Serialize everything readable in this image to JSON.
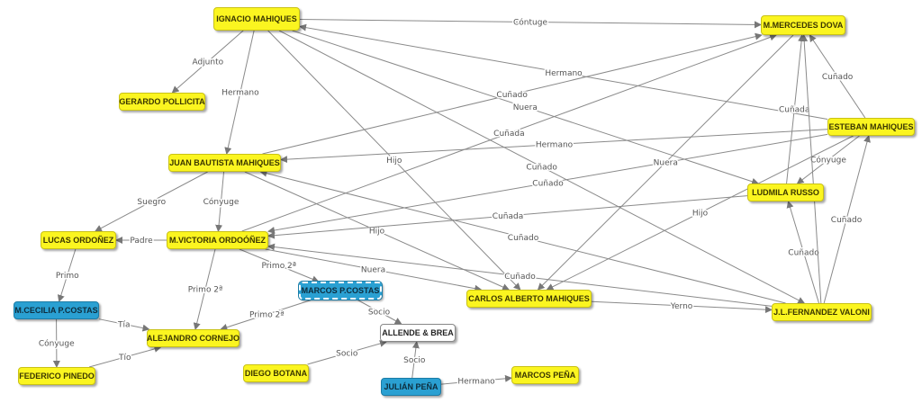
{
  "colors": {
    "yellow": "#fbf520",
    "blue": "#2aa0d2",
    "white": "#ffffff",
    "edge": "#8a8a8a",
    "label": "#555555"
  },
  "nodes": [
    {
      "id": "ignacio",
      "label": "IGNACIO MAHIQUES",
      "style": "yellow"
    },
    {
      "id": "mercedes",
      "label": "M.MERCEDES DOVA",
      "style": "yellow"
    },
    {
      "id": "gerardo",
      "label": "GERARDO POLLICITA",
      "style": "yellow"
    },
    {
      "id": "esteban",
      "label": "ESTEBAN MAHIQUES",
      "style": "yellow"
    },
    {
      "id": "juanb",
      "label": "JUAN BAUTISTA MAHIQUES",
      "style": "yellow"
    },
    {
      "id": "ludmila",
      "label": "LUDMILA RUSSO",
      "style": "yellow"
    },
    {
      "id": "lucas",
      "label": "LUCAS ORDOÑEZ",
      "style": "yellow"
    },
    {
      "id": "mvictoria",
      "label": "M.VICTORIA ORDOÓÑEZ",
      "style": "yellow"
    },
    {
      "id": "marcoscostas",
      "label": "MARCOS P.COSTAS",
      "style": "blue",
      "selected": true
    },
    {
      "id": "carlos",
      "label": "CARLOS ALBERTO MAHIQUES",
      "style": "yellow"
    },
    {
      "id": "jlfernandez",
      "label": "J.L.FERNANDEZ VALONI",
      "style": "yellow"
    },
    {
      "id": "mcecilia",
      "label": "M.CECILIA P.COSTAS",
      "style": "blue"
    },
    {
      "id": "alejandro",
      "label": "ALEJANDRO CORNEJO",
      "style": "yellow"
    },
    {
      "id": "allende",
      "label": "ALLENDE & BREA",
      "style": "white"
    },
    {
      "id": "federico",
      "label": "FEDERICO PINEDO",
      "style": "yellow"
    },
    {
      "id": "diego",
      "label": "DIEGO BOTANA",
      "style": "yellow"
    },
    {
      "id": "julian",
      "label": "JULIÁN PEÑA",
      "style": "blue"
    },
    {
      "id": "marcospena",
      "label": "MARCOS PEÑA",
      "style": "yellow"
    }
  ],
  "edges": [
    {
      "from": "ignacio",
      "to": "mercedes",
      "label": "Cóntuge"
    },
    {
      "from": "ignacio",
      "to": "gerardo",
      "label": "Adjunto"
    },
    {
      "from": "ignacio",
      "to": "juanb",
      "label": "Hermano"
    },
    {
      "from": "ignacio",
      "to": "carlos",
      "label": "Hijo"
    },
    {
      "from": "esteban",
      "to": "ignacio",
      "label": "Hermano"
    },
    {
      "from": "ignacio",
      "to": "ludmila",
      "label": "Nuera"
    },
    {
      "from": "ignacio",
      "to": "jlfernandez",
      "label": "Cuñado"
    },
    {
      "from": "esteban",
      "to": "mercedes",
      "label": "Cuñado"
    },
    {
      "from": "ludmila",
      "to": "mercedes",
      "label": "Cuñada"
    },
    {
      "from": "esteban",
      "to": "ludmila",
      "label": "Cónyuge"
    },
    {
      "from": "esteban",
      "to": "juanb",
      "label": "Hermano"
    },
    {
      "from": "esteban",
      "to": "mvictoria",
      "label": "Cuñado"
    },
    {
      "from": "esteban",
      "to": "carlos",
      "label": "Hijo"
    },
    {
      "from": "jlfernandez",
      "to": "esteban",
      "label": "Cuñado"
    },
    {
      "from": "jlfernandez",
      "to": "ludmila",
      "label": "Cuñado"
    },
    {
      "from": "jlfernandez",
      "to": "mercedes",
      "label": ""
    },
    {
      "from": "juanb",
      "to": "mercedes",
      "label": "Cuñado"
    },
    {
      "from": "juanb",
      "to": "lucas",
      "label": "Suegro"
    },
    {
      "from": "juanb",
      "to": "mvictoria",
      "label": "Cónyuge"
    },
    {
      "from": "juanb",
      "to": "carlos",
      "label": "Hijo"
    },
    {
      "from": "jlfernandez",
      "to": "juanb",
      "label": "Cuñado"
    },
    {
      "from": "mvictoria",
      "to": "mercedes",
      "label": "Cuñada"
    },
    {
      "from": "ludmila",
      "to": "mvictoria",
      "label": "Cuñada"
    },
    {
      "from": "jlfernandez",
      "to": "mvictoria",
      "label": "Cuñado"
    },
    {
      "from": "mvictoria",
      "to": "carlos",
      "label": "Nuera"
    },
    {
      "from": "mvictoria",
      "to": "lucas",
      "label": "Padre"
    },
    {
      "from": "mvictoria",
      "to": "alejandro",
      "label": "Primo 2ª"
    },
    {
      "from": "mvictoria",
      "to": "marcoscostas",
      "label": "Primo 2ª"
    },
    {
      "from": "mercedes",
      "to": "carlos",
      "label": "Nuera"
    },
    {
      "from": "carlos",
      "to": "jlfernandez",
      "label": "Yerno"
    },
    {
      "from": "lucas",
      "to": "mcecilia",
      "label": "Primo"
    },
    {
      "from": "mcecilia",
      "to": "alejandro",
      "label": "Tía"
    },
    {
      "from": "mcecilia",
      "to": "federico",
      "label": "Cónyuge"
    },
    {
      "from": "federico",
      "to": "alejandro",
      "label": "Tío"
    },
    {
      "from": "marcoscostas",
      "to": "alejandro",
      "label": "Primo 2ª"
    },
    {
      "from": "marcoscostas",
      "to": "allende",
      "label": "Socio"
    },
    {
      "from": "diego",
      "to": "allende",
      "label": "Socio"
    },
    {
      "from": "julian",
      "to": "allende",
      "label": "Socio"
    },
    {
      "from": "julian",
      "to": "marcospena",
      "label": "Hermano"
    }
  ]
}
